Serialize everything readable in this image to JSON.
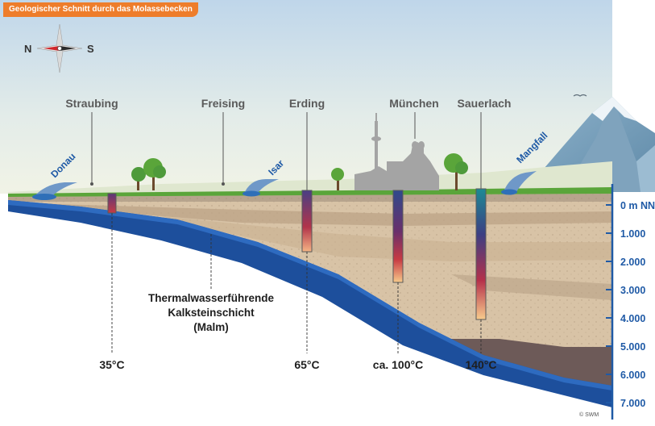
{
  "title": "Geologischer Schnitt durch das Molassebecken",
  "compass": {
    "north": "N",
    "south": "S"
  },
  "places": [
    {
      "name": "Straubing"
    },
    {
      "name": "Freising"
    },
    {
      "name": "Erding"
    },
    {
      "name": "München"
    },
    {
      "name": "Sauerlach"
    }
  ],
  "rivers": [
    {
      "name": "Donau"
    },
    {
      "name": "Isar"
    },
    {
      "name": "Mangfall"
    }
  ],
  "layer_label": {
    "line1": "Thermalwasserführende",
    "line2": "Kalksteinschicht",
    "line3": "(Malm)"
  },
  "temperatures": [
    "35°C",
    "65°C",
    "ca. 100°C",
    "140°C"
  ],
  "depth_scale": {
    "labels": [
      "0 m NN",
      "1.000",
      "2.000",
      "3.000",
      "4.000",
      "5.000",
      "6.000",
      "7.000"
    ]
  },
  "credit": "© SWM",
  "colors": {
    "badge": "#ee7d2b",
    "malm_layer": "#1d4f9c",
    "scale": "#1f5aa6",
    "grass": "#5aa53a",
    "sediment": "#d8c3a6"
  }
}
